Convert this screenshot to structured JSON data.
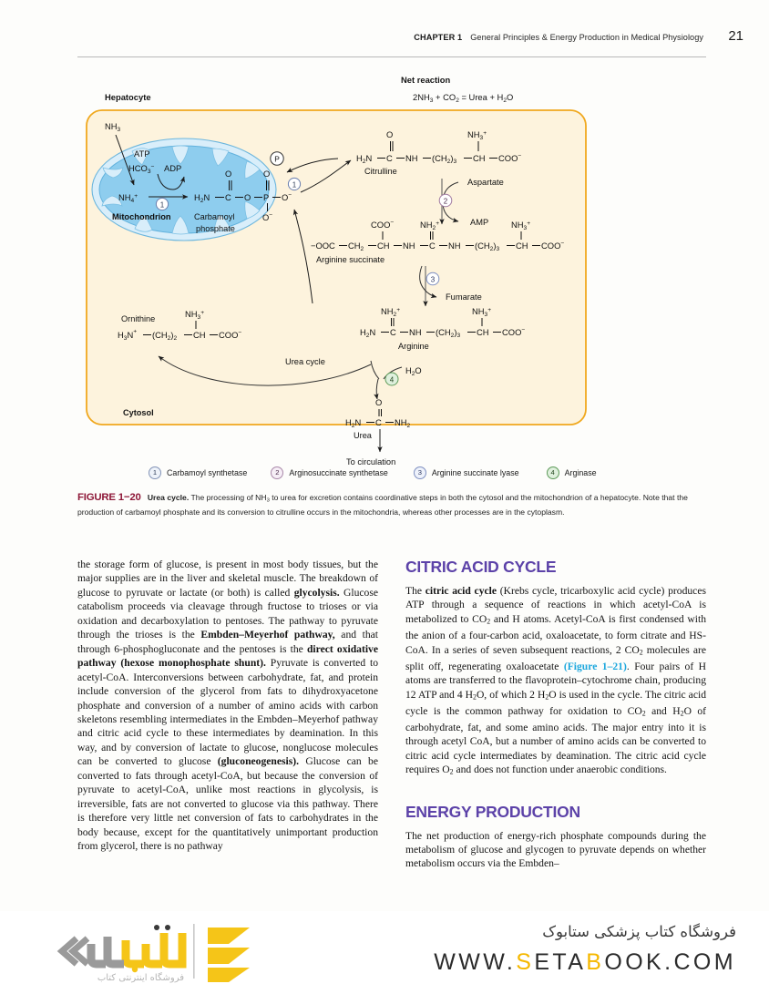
{
  "running_head": {
    "chapter_label": "CHAPTER 1",
    "title": "General Principles & Energy Production in Medical Physiology",
    "page_number": "21"
  },
  "figure": {
    "net_reaction_label": "Net reaction",
    "net_reaction_equation": "2NH₃ + CO₂ = Urea + H₂O",
    "cell_label": "Hepatocyte",
    "compartment_labels": {
      "mitochondrion": "Mitochondrion",
      "cytosol": "Cytosol"
    },
    "species": {
      "nh3": "NH₃",
      "nh4": "NH₄⁺",
      "atp": "ATP",
      "hco3": "HCO₃⁻",
      "adp": "ADP",
      "phosphate_circle": "P",
      "carbamoyl_phosphate_name": "Carbamoyl",
      "carbamoyl_phosphate_name2": "phosphate",
      "citrulline": "Citrulline",
      "aspartate": "Aspartate",
      "amp": "AMP",
      "arginine_succinate": "Arginine succinate",
      "fumarate": "Fumarate",
      "arginine": "Arginine",
      "ornithine": "Ornithine",
      "urea_cycle": "Urea cycle",
      "water": "H₂O",
      "urea": "Urea",
      "to_circulation": "To circulation"
    },
    "formulas": {
      "carbamoyl_phosphate": [
        "H₂N",
        "C",
        "O",
        "P",
        "O⁻",
        "O⁻",
        "O"
      ],
      "citrulline": [
        "H₂N",
        "C",
        "NH",
        "(CH₂)₃",
        "CH",
        "COO⁻",
        "O",
        "NH₃⁺"
      ],
      "arginine_succinate": [
        "⁻OOC",
        "CH₂",
        "CH",
        "NH",
        "C",
        "NH",
        "(CH₂)₃",
        "CH",
        "COO⁻",
        "COO⁻",
        "NH₂⁺",
        "NH₃⁺"
      ],
      "arginine": [
        "H₂N",
        "C",
        "NH",
        "(CH₂)₃",
        "CH",
        "COO⁻",
        "NH₂⁺",
        "NH₃⁺"
      ],
      "ornithine": [
        "H₃N⁺",
        "(CH₂)₂",
        "CH",
        "COO⁻",
        "NH₃⁺"
      ],
      "urea": [
        "H₂N",
        "C",
        "NH₂",
        "O"
      ]
    },
    "step_numbers": [
      "1",
      "2",
      "3",
      "4"
    ],
    "legend": [
      {
        "number": "1",
        "label": "Carbamoyl synthetase",
        "color": "#8192b5"
      },
      {
        "number": "2",
        "label": "Arginosuccinate synthetase",
        "color": "#a887a8"
      },
      {
        "number": "3",
        "label": "Arginine succinate lyase",
        "color": "#7e8fc0"
      },
      {
        "number": "4",
        "label": "Arginase",
        "color": "#5c9a58"
      }
    ],
    "colors": {
      "cell_border": "#f0a81e",
      "cell_fill": "#fdf3dd",
      "mito_fill": "#8ecdee",
      "mito_outline": "#d8eef9",
      "mito_stroke": "#3b8cc0"
    }
  },
  "caption": {
    "figure_label": "FIGURE 1−20",
    "lead": "Urea cycle.",
    "text_part1": " The processing of NH",
    "text_sub": "3",
    "text_part2": " to urea for excretion contains coordinative steps in both the cytosol and the mitochondrion of a hepatocyte. Note that the production of carbamoyl phosphate and its conversion to citrulline occurs in the mitochondria, whereas other processes are in the cytoplasm."
  },
  "body": {
    "left_column": {
      "paragraph_html": "the storage form of glucose, is present in most body tissues, but the major supplies are in the liver and skeletal muscle. The breakdown of glucose to pyruvate or lactate (or both) is called <b>glycolysis.</b> Glucose catabolism proceeds via cleavage through fructose to trioses or via oxidation and decarboxylation to pentoses. The pathway to pyruvate through the trioses is the <b>Embden–Meyerhof pathway,</b> and that through 6-phosphogluconate and the pentoses is the <b>direct oxidative pathway (hexose monophosphate shunt).</b> Pyruvate is converted to acetyl-CoA. Interconversions between carbohydrate, fat, and protein include conversion of the glycerol from fats to dihydroxyacetone phosphate and conversion of a number of amino acids with carbon skeletons resembling intermediates in the Embden–Meyerhof pathway and citric acid cycle to these intermediates by deamination. In this way, and by conversion of lactate to glucose, nonglucose molecules can be converted to glucose <b>(gluconeogenesis).</b> Glucose can be converted to fats through acetyl-CoA, but because the conversion of pyruvate to acetyl-CoA, unlike most reactions in glycolysis, is irreversible, fats are not converted to glucose via this pathway. There is therefore very little net conversion of fats to carbohydrates in the body because, except for the quantitatively unimportant production from glycerol, there is no pathway"
    },
    "right_column": {
      "heading_1": "CITRIC ACID CYCLE",
      "paragraph_1_html": "The <b>citric acid cycle</b> (Krebs cycle, tricarboxylic acid cycle) produces ATP through a sequence of reactions in which acetyl-CoA is metabolized to CO<sub>2</sub> and H atoms. Acetyl-CoA is first condensed with the anion of a four-carbon acid, oxaloacetate, to form citrate and HS-CoA. In a series of seven subsequent reactions, 2 CO<sub>2</sub> molecules are split off, regenerating oxaloacetate <span class=\"xref\">(Figure 1–21)</span>. Four pairs of H atoms are transferred to the flavoprotein–cytochrome chain, producing 12 ATP and 4 H<sub>2</sub>O, of which 2 H<sub>2</sub>O is used in the cycle. The citric acid cycle is the common pathway for oxidation to CO<sub>2</sub> and H<sub>2</sub>O of carbohydrate, fat, and some amino acids. The major entry into it is through acetyl CoA, but a number of amino acids can be converted to citric acid cycle intermediates by deamination. The citric acid cycle requires O<sub>2</sub> and does not function under anaerobic conditions.",
      "heading_2": "ENERGY PRODUCTION",
      "paragraph_2_html": "The net production of energy-rich phosphate compounds during the metabolism of glucose and glycogen to pyruvate depends on whether metabolism occurs via the Embden–"
    }
  },
  "footer": {
    "persian_tagline": "فروشگاه کتاب پزشکی ستابوک",
    "url_prefix": "WWW.",
    "url_s": "S",
    "url_eta": "ETA",
    "url_b": "B",
    "url_suffix": "OOK.COM",
    "logo_wordmark": "ستابوک",
    "logo_subtitle": "فروشگاه اینترنتی کتاب",
    "accent_color": "#f5b800"
  }
}
